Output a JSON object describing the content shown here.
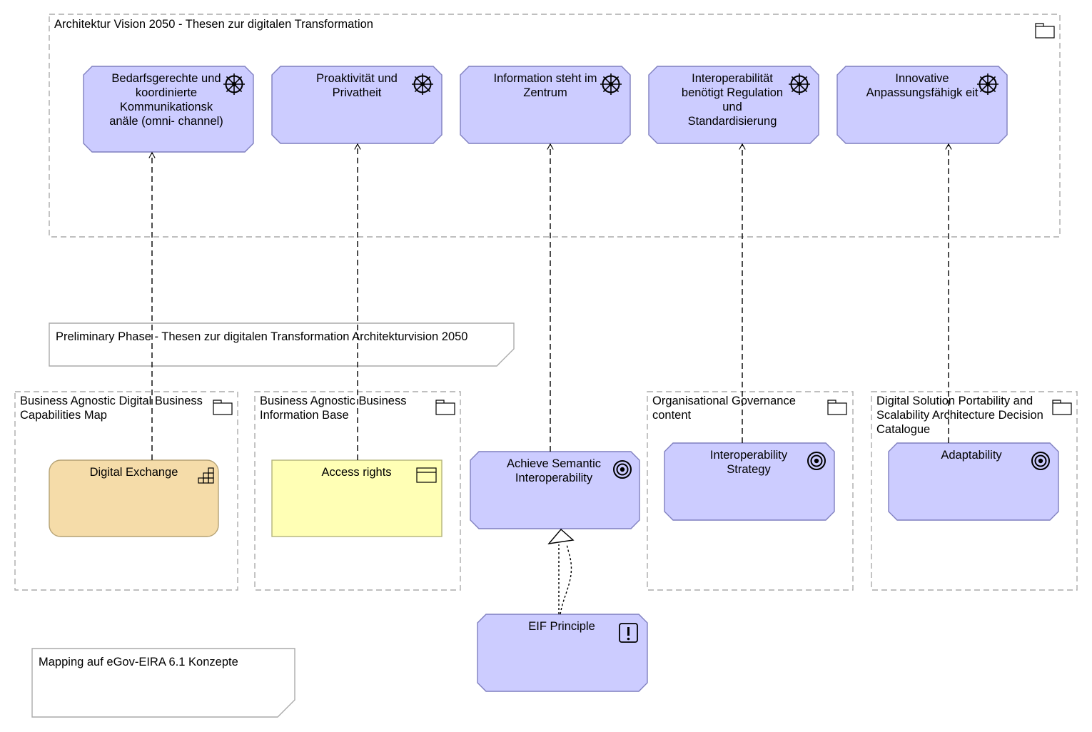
{
  "groups": [
    {
      "id": "vision",
      "title": "Architektur Vision 2050 - Thesen zur digitalen Transformation"
    },
    {
      "id": "capmap",
      "title": "Business Agnostic Digital Business Capabilities Map"
    },
    {
      "id": "infobase",
      "title": "Business Agnostic Business Information Base"
    },
    {
      "id": "orggov",
      "title": "Organisational Governance content"
    },
    {
      "id": "portability",
      "title": "Digital Solution Portability and Scalability Architecture Decision Catalogue"
    }
  ],
  "drivers": [
    {
      "id": "d1",
      "label": "Bedarfsgerechte und koordinierte Kommunikationsk anäle (omni- channel)",
      "icon": "driver-icon"
    },
    {
      "id": "d2",
      "label": "Proaktivität und Privatheit",
      "icon": "driver-icon"
    },
    {
      "id": "d3",
      "label": "Information steht im Zentrum",
      "icon": "driver-icon"
    },
    {
      "id": "d4",
      "label": "Interoperabilität benötigt Regulation und Standardisierung",
      "icon": "driver-icon"
    },
    {
      "id": "d5",
      "label": "Innovative Anpassungsfähigk eit",
      "icon": "driver-icon"
    }
  ],
  "notes": [
    {
      "id": "phase",
      "text": "Preliminary Phase - Thesen zur digitalen Transformation Architekturvision 2050"
    },
    {
      "id": "mapping",
      "text": "Mapping auf eGov-EIRA 6.1 Konzepte"
    }
  ],
  "elements": [
    {
      "id": "exchange",
      "label": "Digital Exchange",
      "icon": "capability-icon",
      "color": "#f5dca9"
    },
    {
      "id": "access",
      "label": "Access rights",
      "icon": "business-object-icon",
      "color": "#ffffb5"
    },
    {
      "id": "semantic",
      "label": "Achieve Semantic Interoperability",
      "icon": "goal-icon",
      "color": "#ccccff"
    },
    {
      "id": "strategy",
      "label": "Interoperability Strategy",
      "icon": "goal-icon",
      "color": "#ccccff"
    },
    {
      "id": "adapt",
      "label": "Adaptability",
      "icon": "goal-icon",
      "color": "#ccccff"
    },
    {
      "id": "eif",
      "label": "EIF Principle",
      "icon": "principle-icon",
      "color": "#ccccff"
    }
  ],
  "colors": {
    "motivation": "#ccccff",
    "motivation_border": "#7f7fbf",
    "capability": "#f5dca9",
    "capability_border": "#b5a274",
    "business_object": "#ffffb5",
    "business_object_border": "#b3b37a",
    "group_border": "#aaaaaa",
    "note_border": "#aaaaaa"
  }
}
